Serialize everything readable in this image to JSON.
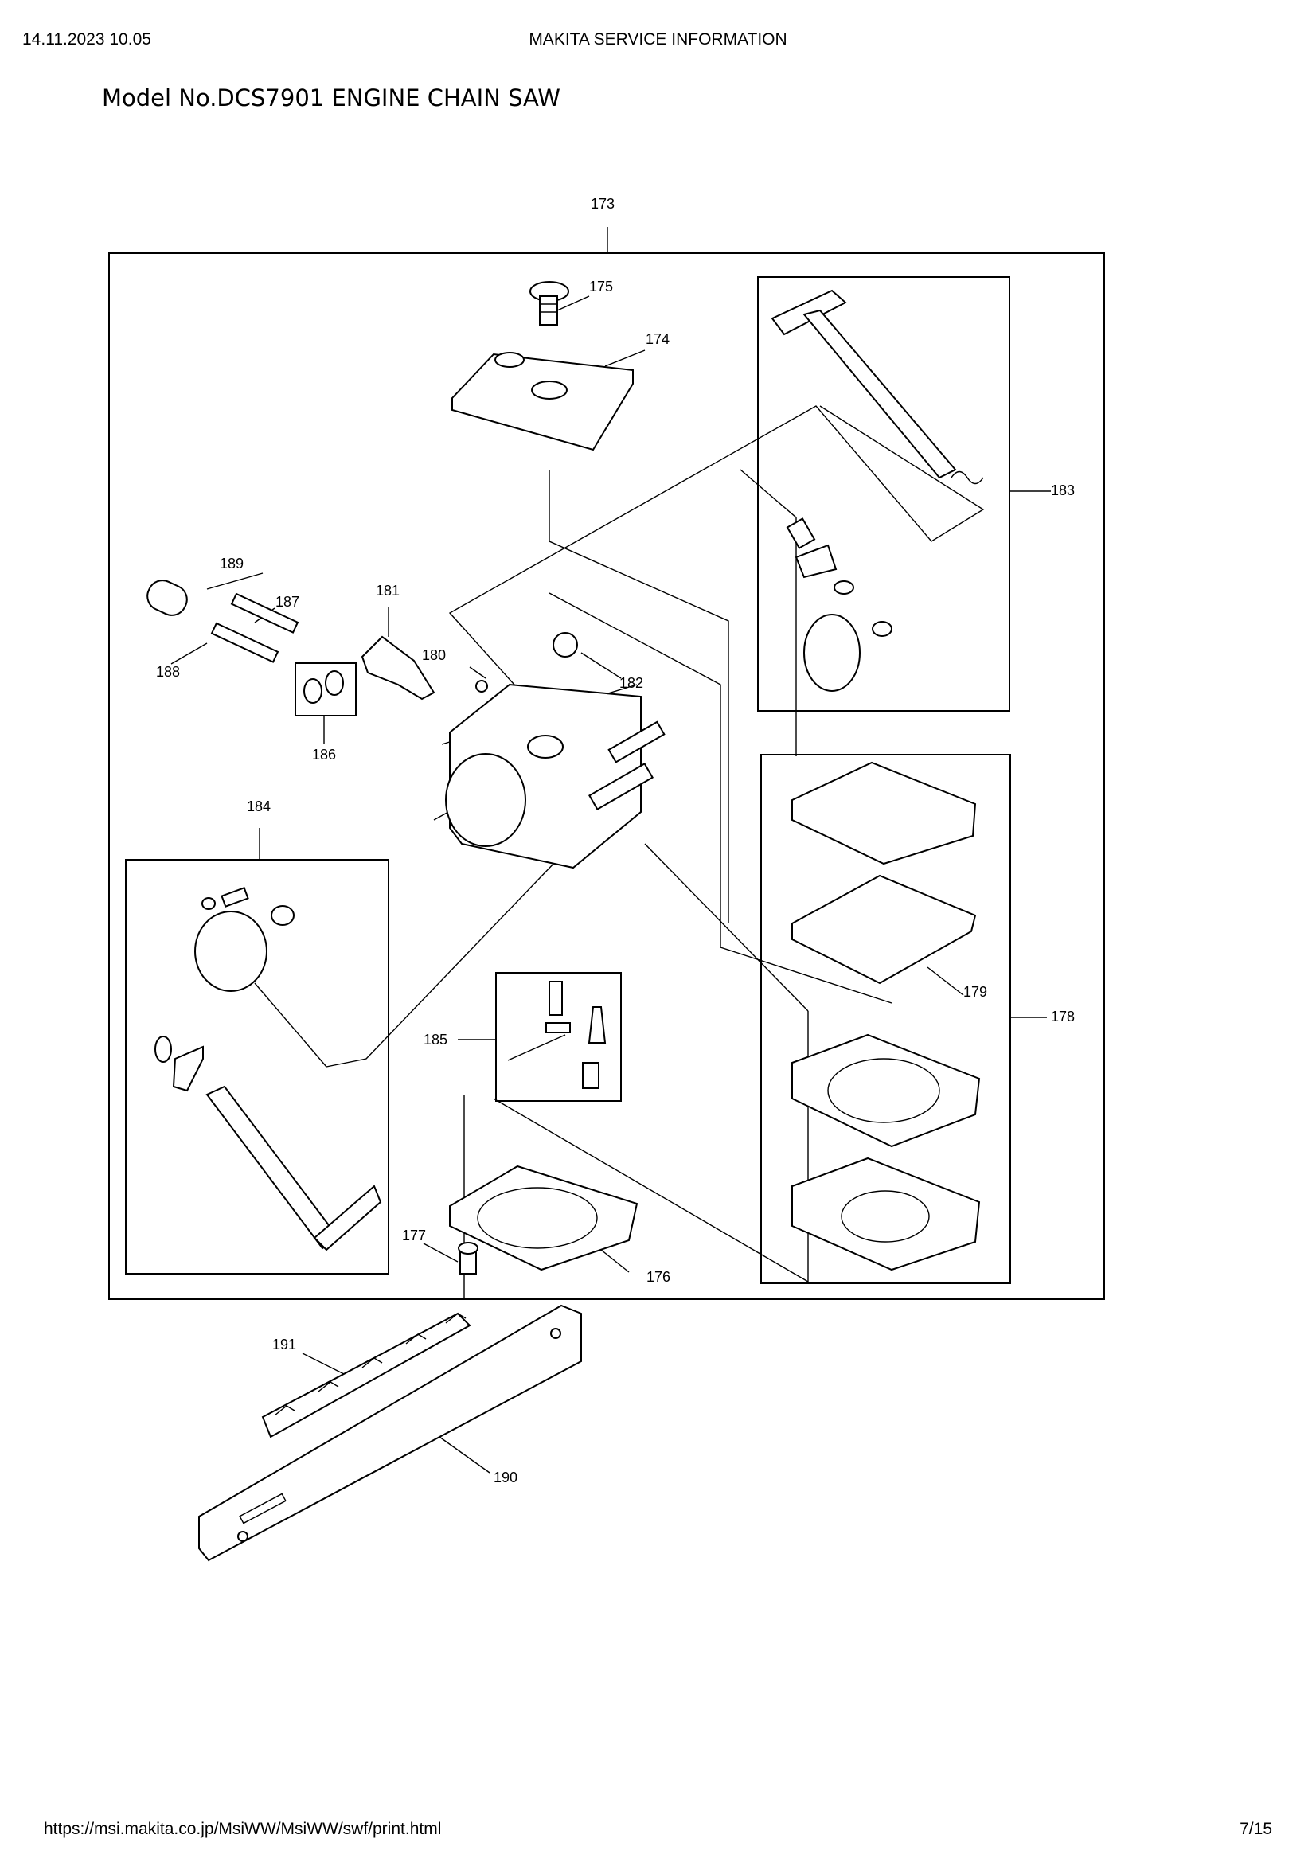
{
  "header": {
    "datetime": "14.11.2023 10.05",
    "source": "MAKITA SERVICE INFORMATION"
  },
  "title": "Model No.DCS7901 ENGINE CHAIN SAW",
  "footer": {
    "url": "https://msi.makita.co.jp/MsiWW/MsiWW/swf/print.html",
    "page": "7/15"
  },
  "diagram": {
    "callouts": {
      "p173": "173",
      "p174": "174",
      "p175": "175",
      "p176": "176",
      "p177": "177",
      "p178": "178",
      "p179": "179",
      "p180": "180",
      "p181": "181",
      "p182": "182",
      "p183": "183",
      "p184": "184",
      "p185": "185",
      "p186": "186",
      "p187": "187",
      "p188": "188",
      "p189": "189",
      "p190": "190",
      "p191": "191"
    }
  }
}
